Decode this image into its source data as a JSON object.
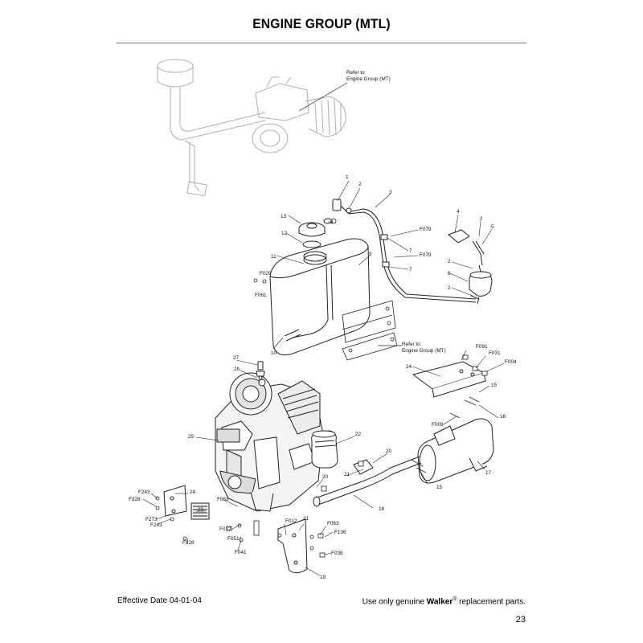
{
  "page": {
    "title": "ENGINE GROUP (MTL)",
    "effective_date": "Effective Date 04-01-04",
    "footer_prefix": "Use only genuine ",
    "footer_brand": "Walker",
    "footer_mark": "®",
    "footer_suffix": "  replacement parts.",
    "page_number": "23"
  },
  "notes": {
    "refer_top_1": "Refer to",
    "refer_top_2": "Engine Group (MT)",
    "refer_mid_1": "Refer to",
    "refer_mid_2": "Engine Group (MT)"
  },
  "callouts": [
    "1",
    "2",
    "3",
    "13",
    "8",
    "F079",
    "4",
    "2",
    "5",
    "12",
    "7",
    "F079",
    "11",
    "9",
    "7",
    "2",
    "F029",
    "6",
    "F061",
    "2",
    "10",
    "F091",
    "F031",
    "F004",
    "27",
    "14",
    "26",
    "15",
    "F009",
    "16",
    "25",
    "22",
    "20",
    "17",
    "21",
    "20",
    "15",
    "F243",
    "24",
    "F328",
    "F063",
    "21",
    "23",
    "18",
    "F273",
    "F243",
    "F012",
    "F012",
    "F063",
    "F051",
    "F106",
    "F328",
    "F041",
    "F038",
    "19"
  ]
}
